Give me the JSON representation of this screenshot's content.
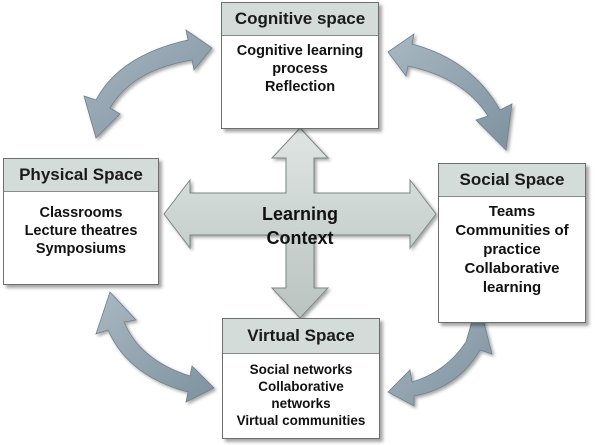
{
  "colors": {
    "header_fill": "#d4dcd9",
    "arrow_fill": "#c8d1ce",
    "cycle_arrow_fill": "#8da0ad",
    "box_border": "#6e6e6e"
  },
  "boxes": {
    "cognitive": {
      "title": "Cognitive space",
      "lines": [
        "Cognitive learning",
        "process",
        "Reflection"
      ]
    },
    "physical": {
      "title": "Physical Space",
      "lines": [
        "Classrooms",
        "Lecture theatres",
        "Symposiums"
      ]
    },
    "social": {
      "title": "Social Space",
      "lines": [
        "Teams",
        "Communities of",
        "practice",
        "Collaborative",
        "learning"
      ]
    },
    "virtual": {
      "title": "Virtual Space",
      "lines": [
        "Social networks",
        "Collaborative",
        "networks",
        "Virtual communities"
      ]
    }
  },
  "center": {
    "line1": "Learning",
    "line2": "Context"
  }
}
